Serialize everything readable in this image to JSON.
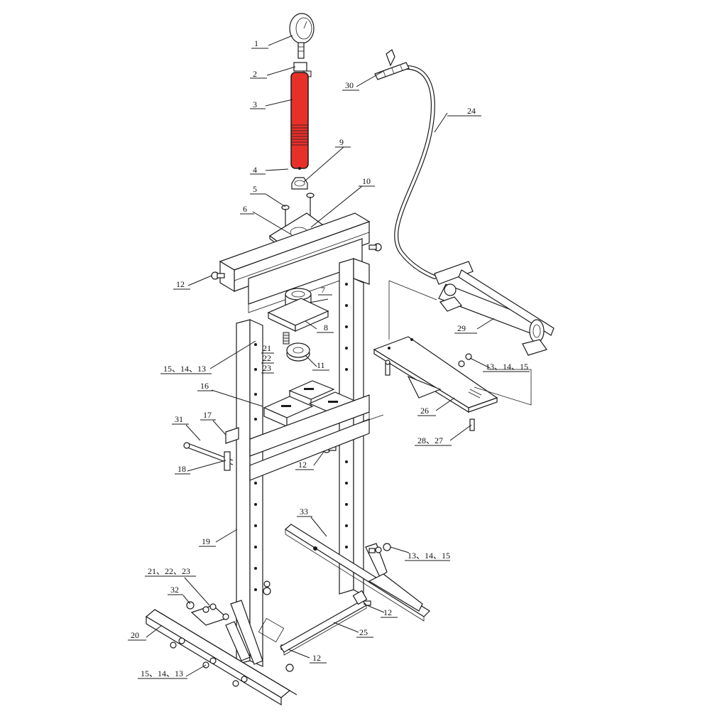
{
  "diagram": {
    "type": "exploded-parts-diagram",
    "accent_colors": {
      "cylinder": "#e8302a",
      "line": "#1a1a1a",
      "background": "#ffffff"
    },
    "callouts": [
      {
        "id": "c1",
        "text": "1"
      },
      {
        "id": "c2",
        "text": "2"
      },
      {
        "id": "c3",
        "text": "3"
      },
      {
        "id": "c4",
        "text": "4"
      },
      {
        "id": "c5",
        "text": "5"
      },
      {
        "id": "c6",
        "text": "6"
      },
      {
        "id": "c7",
        "text": "7"
      },
      {
        "id": "c8",
        "text": "8"
      },
      {
        "id": "c9",
        "text": "9"
      },
      {
        "id": "c10",
        "text": "10"
      },
      {
        "id": "c11",
        "text": "11"
      },
      {
        "id": "c12a",
        "text": "12"
      },
      {
        "id": "c12b",
        "text": "12"
      },
      {
        "id": "c12c",
        "text": "12"
      },
      {
        "id": "c12d",
        "text": "12"
      },
      {
        "id": "c13a",
        "text": "15、14、13"
      },
      {
        "id": "c13b",
        "text": "13、14、15"
      },
      {
        "id": "c13c",
        "text": "13、14、15"
      },
      {
        "id": "c13d",
        "text": "15、14、13"
      },
      {
        "id": "c16",
        "text": "16"
      },
      {
        "id": "c17",
        "text": "17"
      },
      {
        "id": "c18",
        "text": "18"
      },
      {
        "id": "c19",
        "text": "19"
      },
      {
        "id": "c20",
        "text": "20"
      },
      {
        "id": "c21a",
        "text": "21"
      },
      {
        "id": "c22a",
        "text": "22"
      },
      {
        "id": "c23a",
        "text": "23"
      },
      {
        "id": "c21b",
        "text": "21、22、23"
      },
      {
        "id": "c24",
        "text": "24"
      },
      {
        "id": "c25",
        "text": "25"
      },
      {
        "id": "c26",
        "text": "26"
      },
      {
        "id": "c27",
        "text": "28、27"
      },
      {
        "id": "c29",
        "text": "29"
      },
      {
        "id": "c30",
        "text": "30"
      },
      {
        "id": "c31",
        "text": "31"
      },
      {
        "id": "c32",
        "text": "32"
      },
      {
        "id": "c33",
        "text": "33"
      }
    ]
  }
}
